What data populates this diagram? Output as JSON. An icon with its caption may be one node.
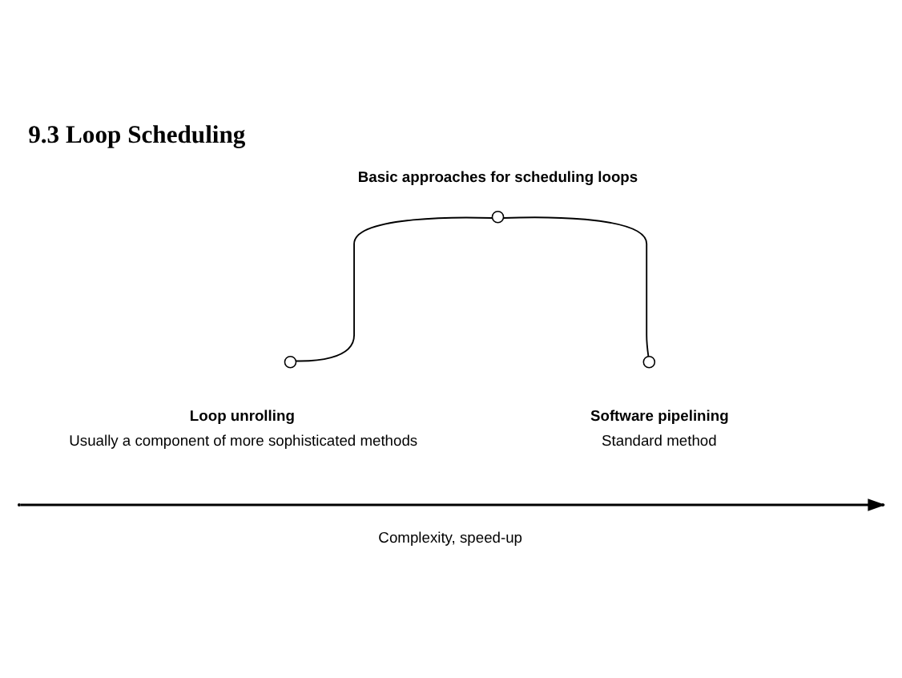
{
  "diagram": {
    "title": "9.3 Loop Scheduling",
    "nodes": [
      {
        "text": [],
        "shape": "circle",
        "beside": [
          "Basic approaches for scheduling loops"
        ]
      },
      {
        "text": [],
        "shape": "circle",
        "beside": [
          "Loop unrolling",
          "Usually a component of more sophisticated methods"
        ]
      },
      {
        "text": [],
        "shape": "circle",
        "beside": [
          "Software pipelining",
          "Standard method"
        ]
      }
    ],
    "edges": [
      {
        "from": 0,
        "to": 1,
        "arrow": "none"
      },
      {
        "from": 0,
        "to": 2,
        "arrow": "none"
      }
    ],
    "labels": [
      "Complexity, speed-up"
    ]
  }
}
